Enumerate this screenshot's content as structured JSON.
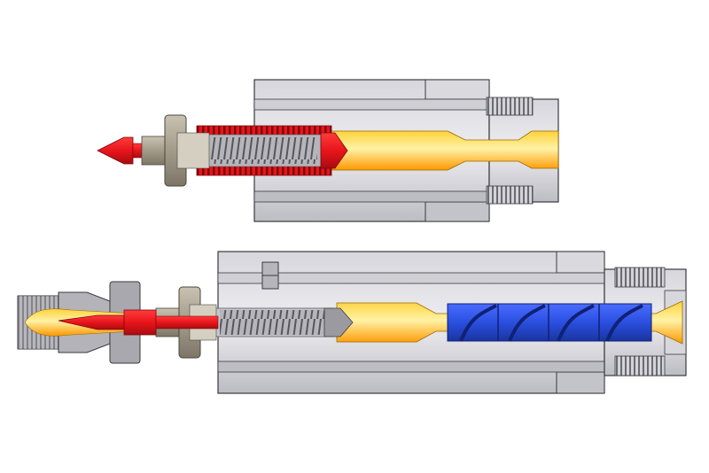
{
  "colors": {
    "background": "#ffffff",
    "housing_light": "#e4e4ea",
    "housing_mid": "#c8c8cf",
    "housing_dark": "#9a9aa2",
    "outline": "#3a3a3f",
    "thread": "#b9b9bf",
    "melt_light": "#ffe066",
    "melt_dark": "#ff9a00",
    "heater_red": "#e8151b",
    "heater_dark": "#9e0a0e",
    "mixer_blue": "#2a4fe0",
    "mixer_dark": "#142b9a",
    "coil_gray": "#8d8d93",
    "fitting_tan": "#a39b8a"
  },
  "assemblies": [
    {
      "name": "upper-nozzle-assembly",
      "variant": "heated-tip"
    },
    {
      "name": "lower-nozzle-assembly",
      "variant": "static-mixer-with-extension-tip"
    }
  ],
  "icons": [
    "hex-nut-icon",
    "socket-screw-icon",
    "spring-coil-icon",
    "static-mixer-icon",
    "thread-icon"
  ]
}
